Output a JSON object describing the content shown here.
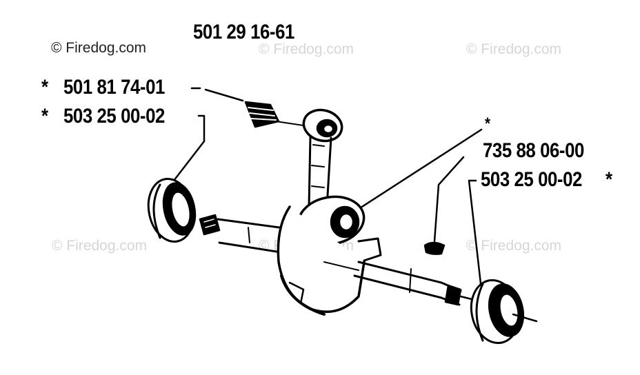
{
  "credit": "© Firedog.com",
  "watermarks": [
    "© Firedog.com",
    "© Firedog.com",
    "© Firedog.com",
    "© Firedog.com",
    "© Firedog.com"
  ],
  "labels": {
    "assembly": "501 29 16-61",
    "needle_bearing": "501 81 74-01",
    "bearing_left": "503 25 00-02",
    "key": "735 88 06-00",
    "bearing_right": "503 25 00-02",
    "star": "*"
  },
  "colors": {
    "ink": "#000000",
    "watermark": "#d6d6d6"
  }
}
